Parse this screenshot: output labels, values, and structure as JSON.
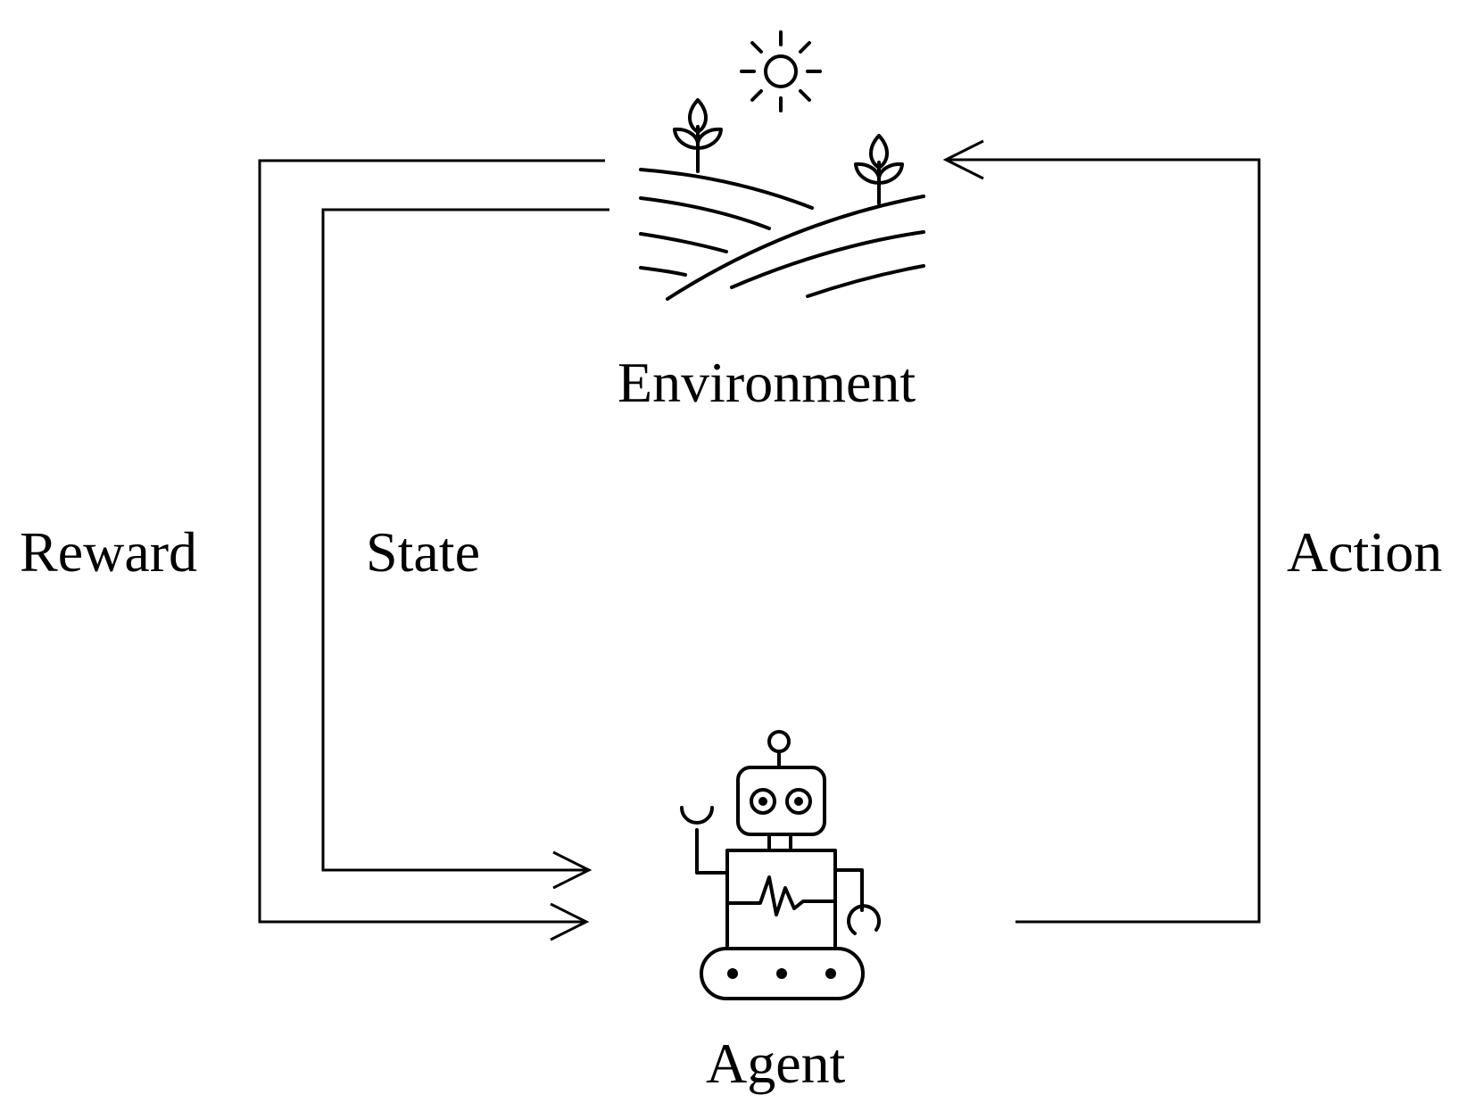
{
  "nodes": {
    "environment": {
      "label": "Environment",
      "icon": "landscape-icon"
    },
    "agent": {
      "label": "Agent",
      "icon": "robot-icon"
    }
  },
  "edges": {
    "reward": {
      "label": "Reward",
      "from": "Environment",
      "to": "Agent"
    },
    "state": {
      "label": "State",
      "from": "Environment",
      "to": "Agent"
    },
    "action": {
      "label": "Action",
      "from": "Agent",
      "to": "Environment"
    }
  },
  "colors": {
    "ink": "#000000",
    "background": "#ffffff"
  }
}
